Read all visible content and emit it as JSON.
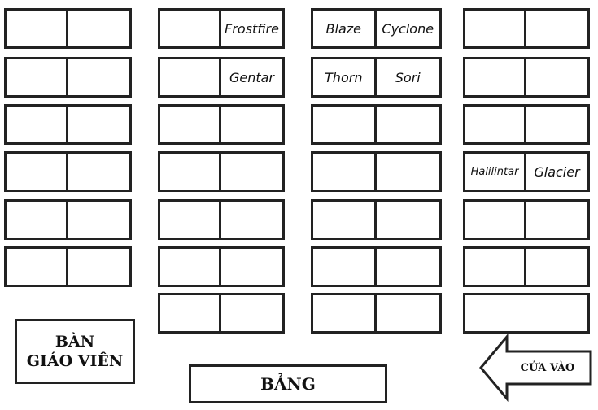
{
  "teacher_desk": {
    "line1": "BÀN",
    "line2": "GIÁO VIÊN"
  },
  "board": {
    "label": "BẢNG"
  },
  "entrance": {
    "label": "CỬA VÀO"
  },
  "seats": {
    "c2r1r": "Frostfire",
    "c2r2r": "Gentar",
    "c3r1l": "Blaze",
    "c3r1r": "Cyclone",
    "c3r2l": "Thorn",
    "c3r2r": "Sori",
    "c4r4l": "Halilintar",
    "c4r4r": "Glacier"
  }
}
